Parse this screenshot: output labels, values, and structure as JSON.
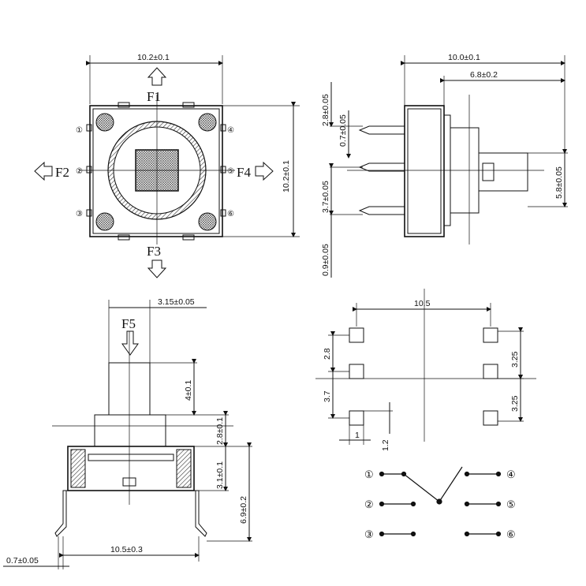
{
  "top_view": {
    "width_dim": "10.2±0.1",
    "height_dim": "10.2±0.1",
    "force_up": "F1",
    "force_left": "F2",
    "force_down": "F3",
    "force_right": "F4",
    "pin_numbers": [
      "①",
      "②",
      "③",
      "④",
      "⑤",
      "⑥"
    ]
  },
  "side_view": {
    "overall_width": "10.0±0.1",
    "shaft_width": "6.8±0.2",
    "pin_pitch_top": "2.8±0.05",
    "pin_offset": "0.7±0.05",
    "pin_pitch_bottom": "3.7±0.05",
    "bottom_offset": "0.9±0.05",
    "shaft_height": "5.8±0.05"
  },
  "front_view": {
    "shaft_dim": "3.15±0.05",
    "force_center": "F5",
    "stroke": "4±0.1",
    "cap_height": "2.8±0.1",
    "body_height": "3.1±0.1",
    "total_height": "6.9±0.2",
    "base_width": "10.5±0.3",
    "pin_width": "0.7±0.05"
  },
  "footprint": {
    "width": "10.5",
    "left_top": "2.8",
    "left_bottom": "3.7",
    "right_top": "3.25",
    "right_bottom": "3.25",
    "pad_w": "1",
    "pad_h": "1.2"
  },
  "schematic": {
    "pins": [
      "①",
      "②",
      "③",
      "④",
      "⑤",
      "⑥"
    ]
  }
}
